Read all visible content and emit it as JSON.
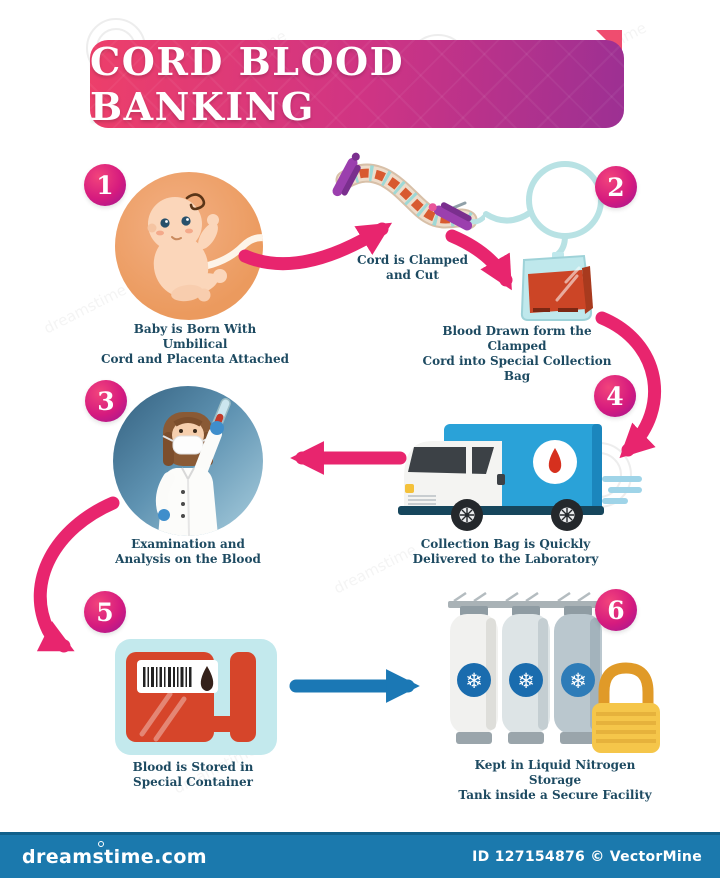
{
  "title": "CORD BLOOD BANKING",
  "steps": [
    {
      "number": "1",
      "caption": "Baby is Born With Umbilical\nCord and Placenta Attached"
    },
    {
      "number": "2",
      "caption": "Blood Drawn form the Clamped\nCord into Special Collection Bag"
    },
    {
      "number": "3",
      "caption": "Examination and\nAnalysis on the Blood"
    },
    {
      "number": "4",
      "caption": "Collection Bag is Quickly\nDelivered to the Laboratory"
    },
    {
      "number": "5",
      "caption": "Blood is Stored in\nSpecial Container"
    },
    {
      "number": "6",
      "caption": "Kept in Liquid Nitrogen Storage\nTank inside a Secure Facility"
    }
  ],
  "annotations": {
    "cord_label": "Cord is Clamped\nand Cut"
  },
  "footer": {
    "brand": "dreamstime.com",
    "credit": "ID 127154876 © VectorMine"
  },
  "watermark": {
    "text": "dreamstime"
  },
  "colors": {
    "accent_pink": "#e8256e",
    "accent_blue": "#1b78b5",
    "banner_left": "#ed3f6a",
    "banner_right": "#9c3093",
    "caption_text": "#1d4a61",
    "footer_bar": "#1b79ad"
  }
}
